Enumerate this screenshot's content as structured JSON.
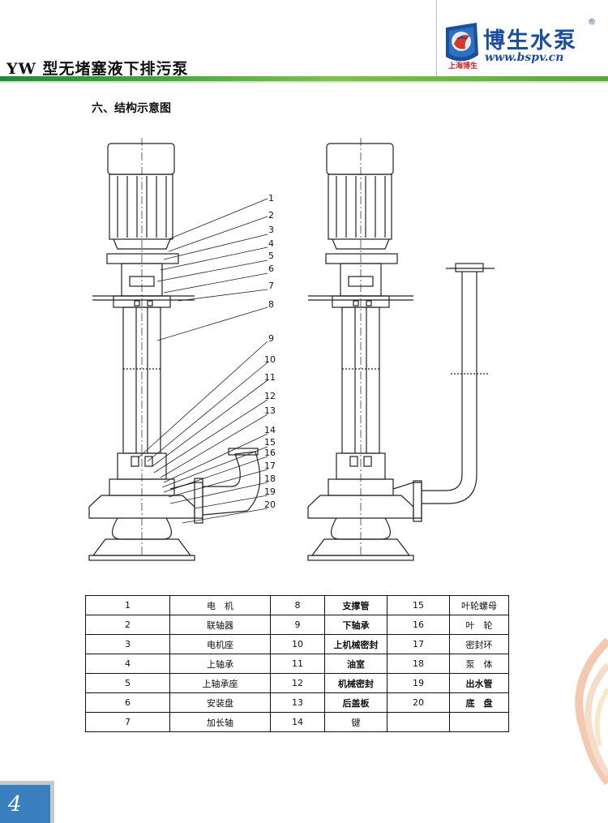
{
  "header": {
    "title": "YW 型无堵塞液下排污泵",
    "brand": "博生水泵",
    "reg_mark": "®",
    "url": "www.bspv.cn",
    "brand_sub": "上海博生"
  },
  "section_title": "六、结构示意图",
  "diagram": {
    "callouts": [
      "1",
      "2",
      "3",
      "4",
      "5",
      "6",
      "7",
      "8",
      "9",
      "10",
      "11",
      "12",
      "13",
      "14",
      "15",
      "16",
      "17",
      "18",
      "19",
      "20"
    ]
  },
  "parts_table": {
    "rows": [
      [
        "1",
        "电　机",
        "8",
        "支撑管",
        "15",
        "叶轮螺母"
      ],
      [
        "2",
        "联轴器",
        "9",
        "下轴承",
        "16",
        "叶　轮"
      ],
      [
        "3",
        "电机座",
        "10",
        "上机械密封",
        "17",
        "密封环"
      ],
      [
        "4",
        "上轴承",
        "11",
        "油室",
        "18",
        "泵　体"
      ],
      [
        "5",
        "上轴承座",
        "12",
        "机械密封",
        "19",
        "出水管"
      ],
      [
        "6",
        "安装盘",
        "13",
        "后盖板",
        "20",
        "底　盘"
      ],
      [
        "7",
        "加长轴",
        "14",
        "键",
        "",
        ""
      ]
    ]
  },
  "page_number": "4",
  "colors": {
    "accent_green": "#4aa33a",
    "brand_blue": "#1b4f9c",
    "page_tab": "#3a80bf"
  }
}
